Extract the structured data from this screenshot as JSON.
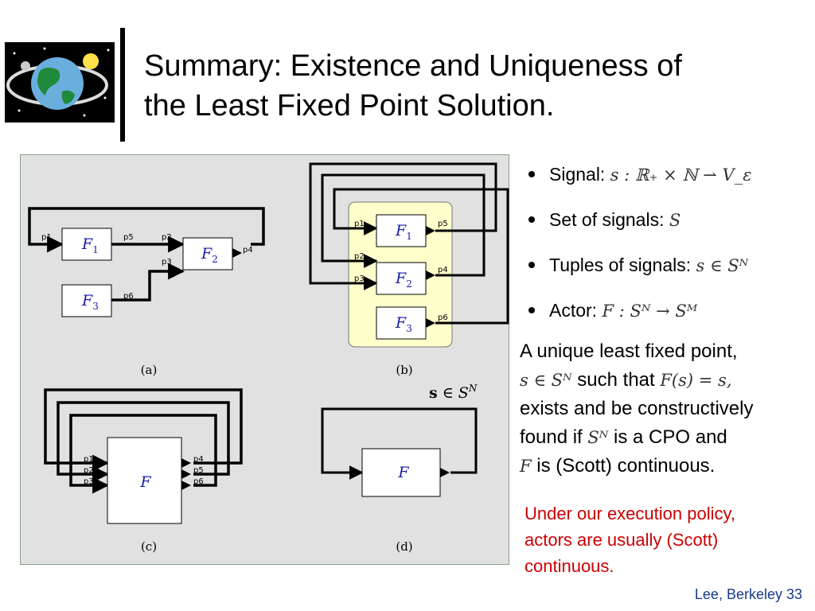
{
  "slide": {
    "title_line1": "Summary: Existence and Uniqueness of",
    "title_line2": "the Least Fixed Point Solution.",
    "footer": "Lee, Berkeley 33"
  },
  "figure": {
    "a": {
      "caption": "(a)",
      "actors": [
        {
          "label": "F",
          "sub": "1"
        },
        {
          "label": "F",
          "sub": "2"
        },
        {
          "label": "F",
          "sub": "3"
        }
      ],
      "ports": [
        "p1",
        "p5",
        "p2",
        "p4",
        "p3",
        "p6"
      ]
    },
    "b": {
      "caption": "(b)",
      "actors": [
        {
          "label": "F",
          "sub": "1"
        },
        {
          "label": "F",
          "sub": "2"
        },
        {
          "label": "F",
          "sub": "3"
        }
      ],
      "ports_in": [
        "p1",
        "p2",
        "p3"
      ],
      "ports_out": [
        "p5",
        "p4",
        "p6"
      ]
    },
    "c": {
      "caption": "(c)",
      "actor": "F",
      "ports_in": [
        "p1",
        "p2",
        "p3"
      ],
      "ports_out": [
        "p4",
        "p5",
        "p6"
      ]
    },
    "d": {
      "caption": "(d)",
      "actor": "F",
      "formula": {
        "s": "s",
        "in": "∈",
        "S": "S",
        "sup": "N"
      }
    }
  },
  "bullets": [
    {
      "label": "Signal:",
      "math": "s : ℝ₊ × ℕ ⇀ V_ε"
    },
    {
      "label": "Set of signals:",
      "math": "S"
    },
    {
      "label": "Tuples of signals:",
      "math": "s ∈ Sᴺ"
    },
    {
      "label": "Actor:",
      "math": "F : Sᴺ → Sᴹ"
    }
  ],
  "paragraph": {
    "l1": "A unique least fixed point,",
    "l2_math": "s ∈ Sᴺ",
    "l2_text": " such that ",
    "l2_math2": "F(s) = s,",
    "l3": "exists and be constructively",
    "l4a": "found if ",
    "l4_math": "Sᴺ",
    "l4b": " is a CPO and",
    "l5_math": "F",
    "l5b": " is (Scott) continuous."
  },
  "note": {
    "l1": "Under our execution policy,",
    "l2": "actors are usually (Scott)",
    "l3": "continuous."
  },
  "colors": {
    "figure_bg": "#e1e1e1",
    "highlight": "#ffffcc",
    "actor_label": "#1a1aaa",
    "note": "#cc0000",
    "footer": "#1a3a8a"
  }
}
